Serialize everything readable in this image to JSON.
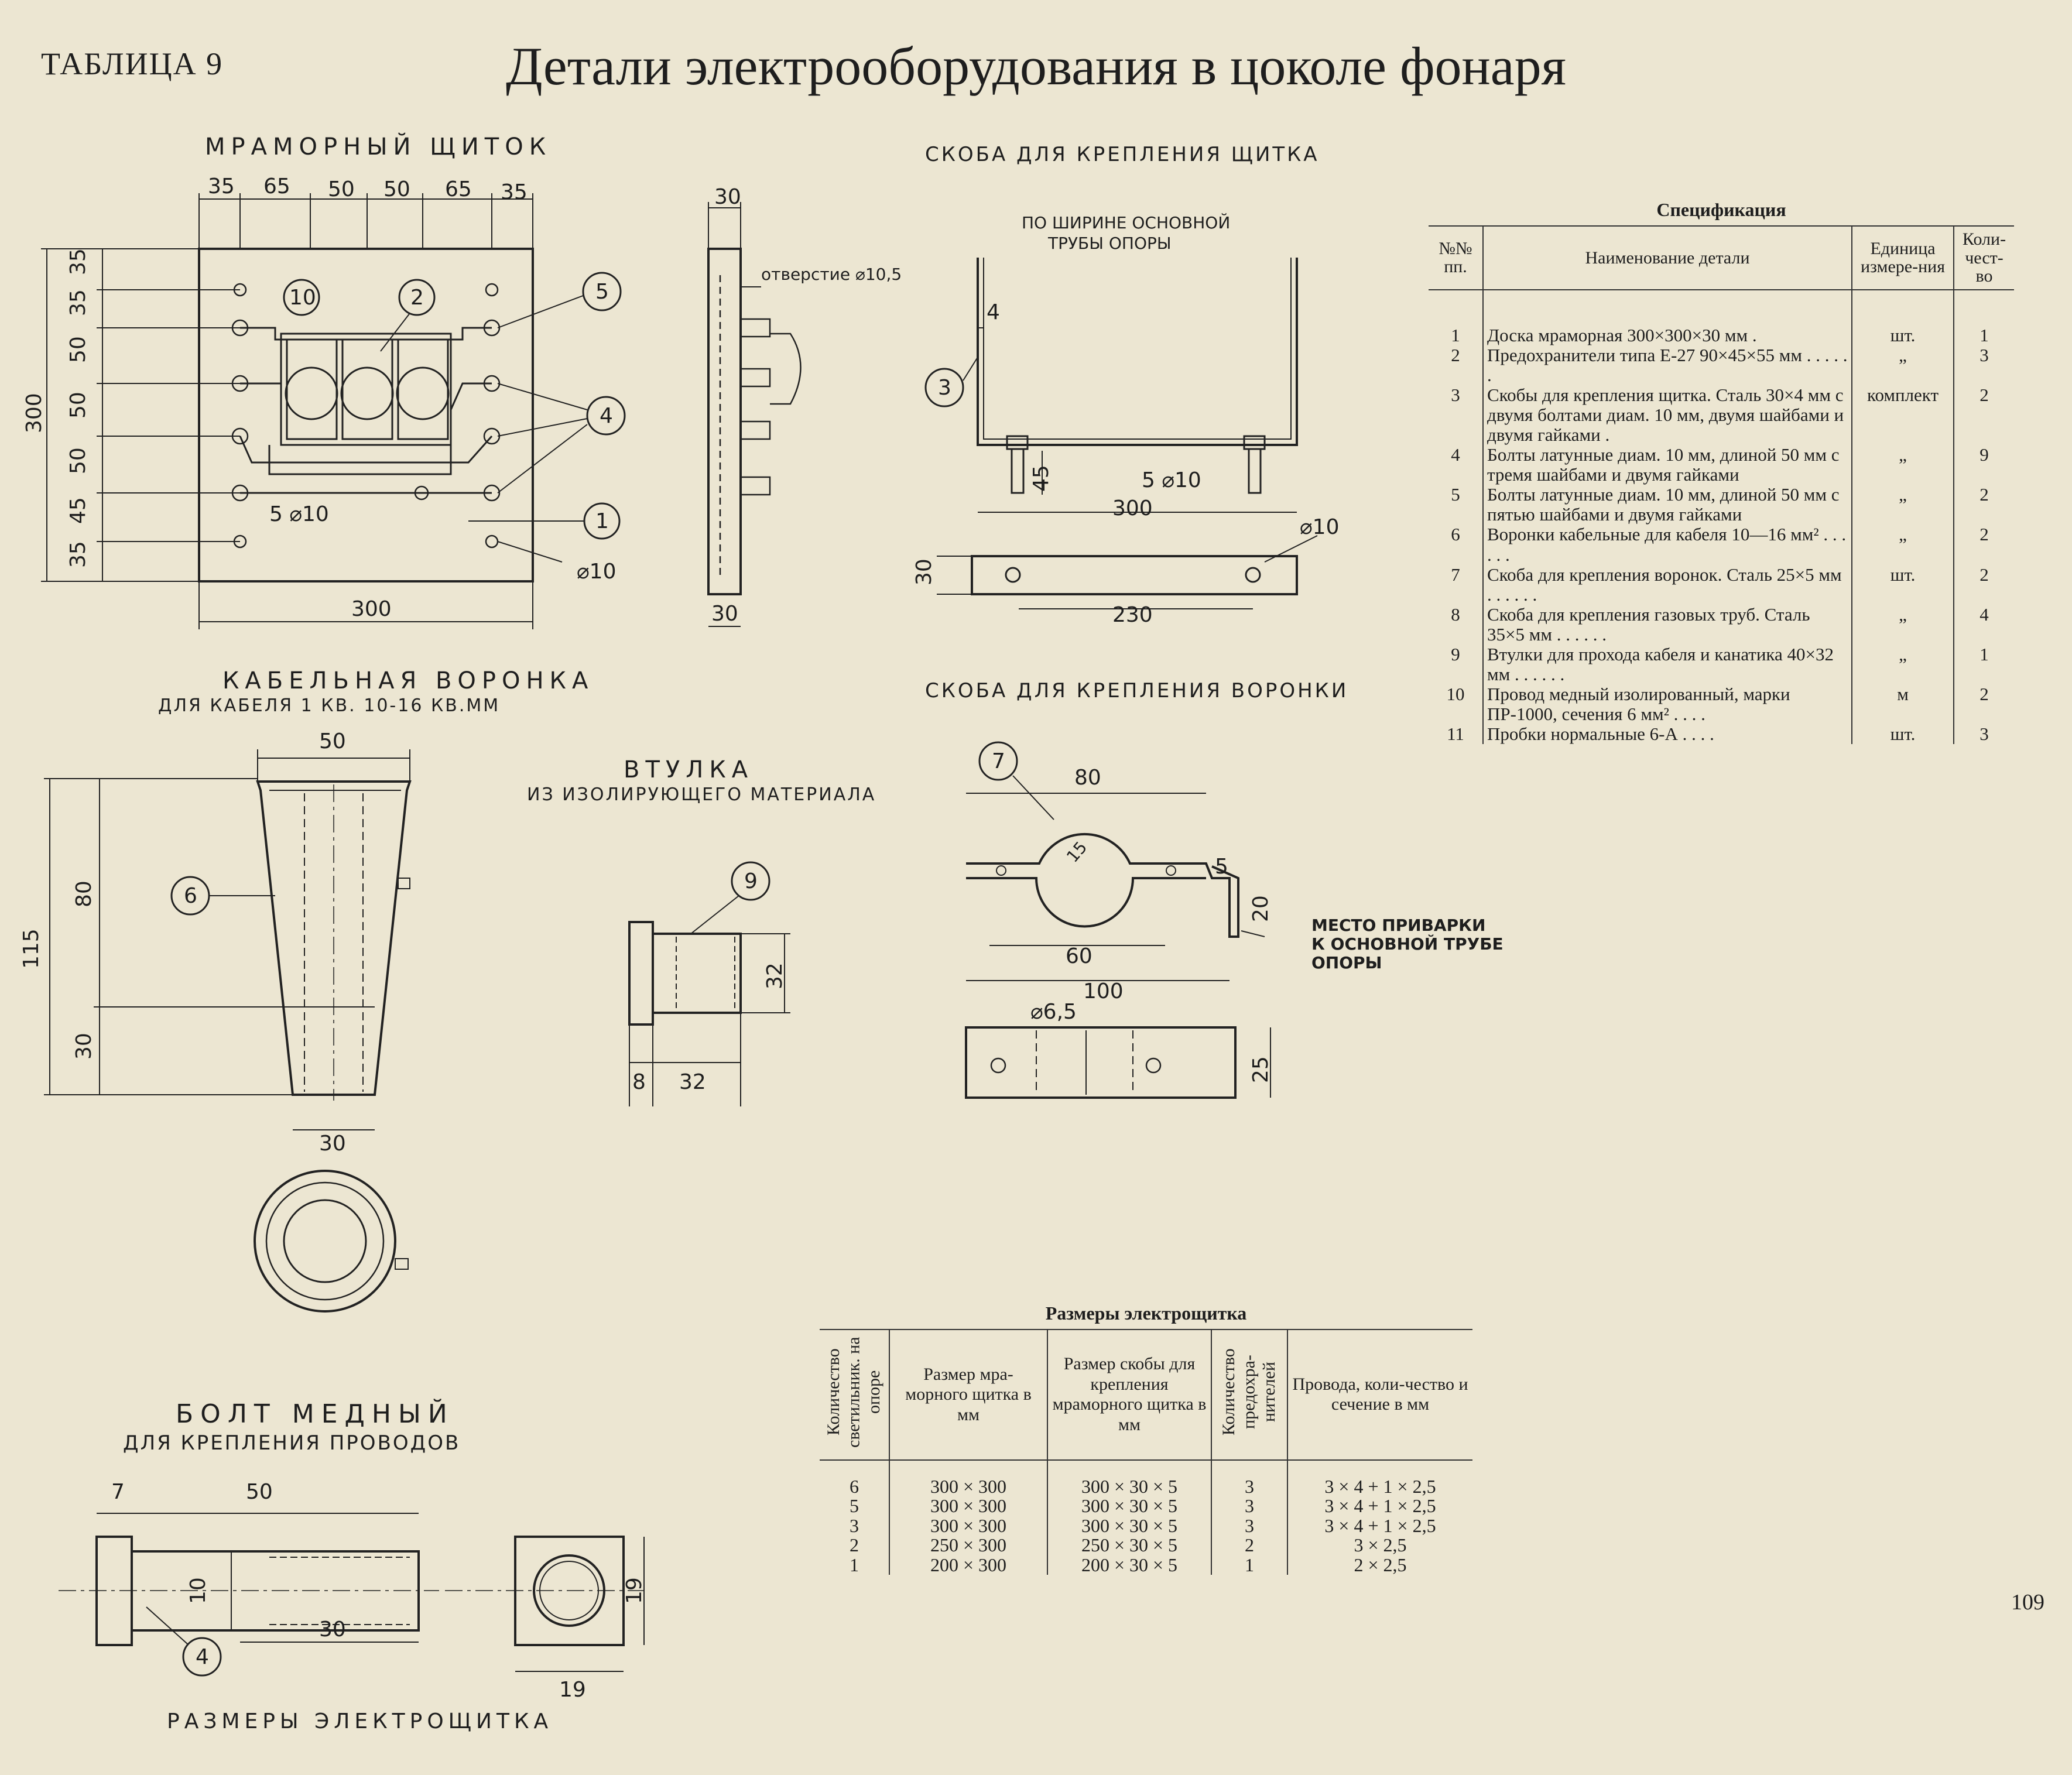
{
  "header": {
    "table_label": "ТАБЛИЦА 9",
    "title": "Детали электрооборудования в цоколе фонаря"
  },
  "drawings": {
    "marble_panel": {
      "title": "МРАМОРНЫЙ ЩИТОК",
      "dims": {
        "w35a": "35",
        "w65a": "65",
        "w50a": "50",
        "w50b": "50",
        "w65b": "65",
        "w35b": "35",
        "h35a": "35",
        "h35b": "35",
        "h50a": "50",
        "h50b": "50",
        "h50c": "50",
        "h45": "45",
        "h35c": "35",
        "total_h": "300",
        "total_w": "300",
        "side_w_top": "30",
        "side_w_bottom": "30"
      },
      "hole_note": "отверстие ⌀10,5",
      "holes_note": "5   ⌀10",
      "hole_dia": "⌀10",
      "callouts": {
        "c10": "10",
        "c2": "2",
        "c5": "5",
        "c4": "4",
        "c1": "1"
      }
    },
    "panel_bracket": {
      "title": "СКОБА ДЛЯ КРЕПЛЕНИЯ ЩИТКА",
      "note_line1": "ПО ШИРИНЕ ОСНОВНОЙ",
      "note_line2": "ТРУБЫ ОПОРЫ",
      "dims": {
        "t4": "4",
        "h45": "45",
        "holes": "5 ⌀10",
        "len300": "300",
        "hole_dia": "⌀10",
        "h30": "30",
        "len230": "230"
      },
      "callout": "3"
    },
    "cable_funnel": {
      "title": "КАБЕЛЬНАЯ ВОРОНКА",
      "subtitle": "ДЛЯ КАБЕЛЯ  1 КВ. 10-16 КВ.ММ",
      "dims": {
        "top50": "50",
        "h115": "115",
        "h80": "80",
        "h30": "30",
        "bottom30": "30"
      },
      "callout": "6"
    },
    "bushing": {
      "title": "ВТУЛКА",
      "subtitle": "ИЗ ИЗОЛИРУЮЩЕГО МАТЕРИАЛА",
      "dims": {
        "d32": "32",
        "w8": "8",
        "w32": "32"
      },
      "callout": "9"
    },
    "funnel_bracket": {
      "title": "СКОБА ДЛЯ КРЕПЛЕНИЯ ВОРОНКИ",
      "weld_note_line1": "МЕСТО ПРИВАРКИ",
      "weld_note_line2": "К ОСНОВНОЙ ТРУБЕ",
      "weld_note_line3": "ОПОРЫ",
      "dims": {
        "w80": "80",
        "r15": "15",
        "t5": "5",
        "h20": "20",
        "w60": "60",
        "w100": "100",
        "hole": "⌀6,5",
        "h25": "25"
      },
      "callout": "7"
    },
    "copper_bolt": {
      "title": "БОЛТ МЕДНЫЙ",
      "subtitle": "ДЛЯ КРЕПЛЕНИЯ ПРОВОДОВ",
      "dims": {
        "head7": "7",
        "len50": "50",
        "d10": "10",
        "thread30": "30",
        "h19": "19",
        "w19": "19"
      },
      "callout": "4"
    },
    "bottom_caption": "РАЗМЕРЫ   ЭЛЕКТРОЩИТКА"
  },
  "spec_table": {
    "title": "Спецификация",
    "headers": {
      "num": "№№ пп.",
      "name": "Наименование детали",
      "unit": "Единица измере-ния",
      "qty": "Коли-чест-во"
    },
    "rows": [
      {
        "num": "1",
        "name": "Доска мраморная 300×300×30 мм .",
        "unit": "шт.",
        "qty": "1"
      },
      {
        "num": "2",
        "name": "Предохранители типа Е-27 90×45×55 мм . . . . . .",
        "unit": "„",
        "qty": "3"
      },
      {
        "num": "3",
        "name": "Скобы для крепления щитка. Сталь 30×4 мм с двумя болтами диам. 10 мм, двумя шайбами и двумя гайками .",
        "unit": "комплект",
        "qty": "2"
      },
      {
        "num": "4",
        "name": "Болты латунные диам. 10 мм, длиной 50 мм с тремя шайбами и двумя гайками",
        "unit": "„",
        "qty": "9"
      },
      {
        "num": "5",
        "name": "Болты латунные диам. 10 мм, длиной 50 мм с пятью шайбами и двумя гайками",
        "unit": "„",
        "qty": "2"
      },
      {
        "num": "6",
        "name": "Воронки кабельные для кабеля 10—16 мм² . . . . . .",
        "unit": "„",
        "qty": "2"
      },
      {
        "num": "7",
        "name": "Скоба для крепления воронок. Сталь 25×5 мм . . . . . .",
        "unit": "шт.",
        "qty": "2"
      },
      {
        "num": "8",
        "name": "Скоба для крепления газовых труб. Сталь 35×5 мм . . . . . .",
        "unit": "„",
        "qty": "4"
      },
      {
        "num": "9",
        "name": "Втулки для прохода кабеля и канатика 40×32 мм . . . . . .",
        "unit": "„",
        "qty": "1"
      },
      {
        "num": "10",
        "name": "Провод медный изолированный, марки ПР-1000, сечения 6 мм² . . . .",
        "unit": "м",
        "qty": "2"
      },
      {
        "num": "11",
        "name": "Пробки нормальные 6-А . . . .",
        "unit": "шт.",
        "qty": "3"
      }
    ]
  },
  "sizes_table": {
    "title": "Размеры электрощитка",
    "headers": {
      "lamps": "Количество светильник. на опоре",
      "panel": "Размер мра-морного щитка в мм",
      "bracket": "Размер скобы для крепления мраморного щитка в мм",
      "fuses": "Количество предохра-нителей",
      "wires": "Провода, коли-чество и сечение в мм"
    },
    "rows": [
      {
        "lamps": "6",
        "panel": "300 × 300",
        "bracket": "300 × 30 × 5",
        "fuses": "3",
        "wires": "3 × 4 + 1 × 2,5"
      },
      {
        "lamps": "5",
        "panel": "300 × 300",
        "bracket": "300 × 30 × 5",
        "fuses": "3",
        "wires": "3 × 4 + 1 × 2,5"
      },
      {
        "lamps": "3",
        "panel": "300 × 300",
        "bracket": "300 × 30 × 5",
        "fuses": "3",
        "wires": "3 × 4 + 1 × 2,5"
      },
      {
        "lamps": "2",
        "panel": "250 × 300",
        "bracket": "250 × 30 × 5",
        "fuses": "2",
        "wires": "3 × 2,5"
      },
      {
        "lamps": "1",
        "panel": "200 × 300",
        "bracket": "200 × 30 × 5",
        "fuses": "1",
        "wires": "2 × 2,5"
      }
    ]
  },
  "page_number": "109"
}
